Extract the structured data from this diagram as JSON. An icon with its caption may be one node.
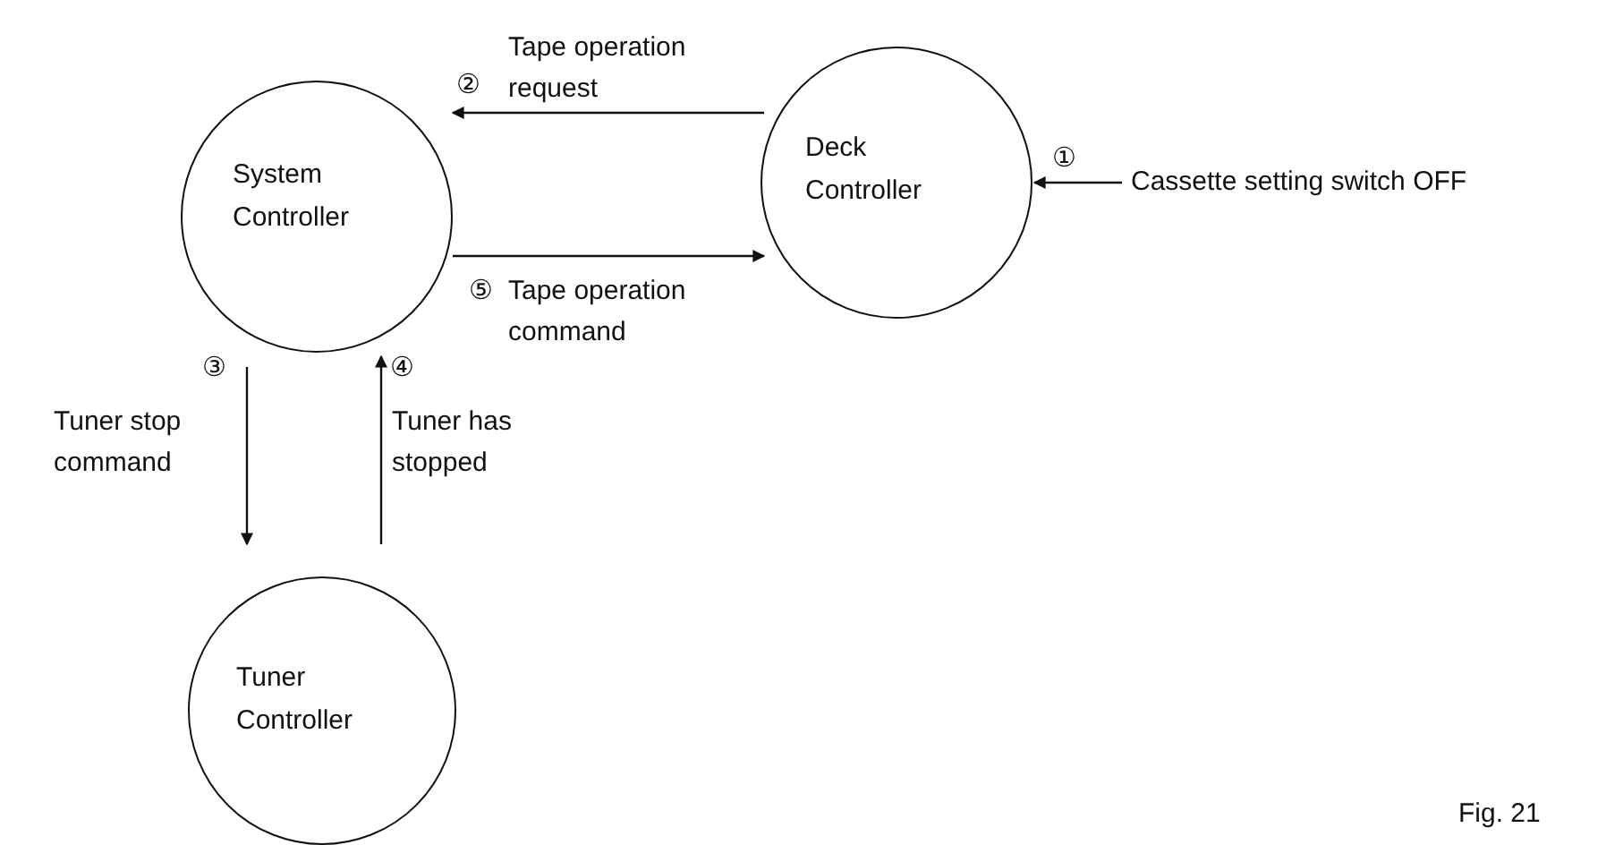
{
  "diagram": {
    "nodes": [
      {
        "text": [
          "System Controller"
        ]
      },
      {
        "text": [
          "Deck Controller"
        ]
      },
      {
        "text": [
          "Tuner Controller"
        ]
      },
      {
        "text": [
          "Cassette setting switch OFF"
        ]
      }
    ],
    "edges": [
      {
        "from": 3,
        "to": 1,
        "arrow": "to"
      },
      {
        "from": 1,
        "to": 0,
        "arrow": "to",
        "label": "Tape operation request"
      },
      {
        "from": 0,
        "to": 1,
        "arrow": "to",
        "label": "Tape operation command"
      },
      {
        "from": 0,
        "to": 2,
        "arrow": "to",
        "label": "Tuner stop command"
      },
      {
        "from": 2,
        "to": 0,
        "arrow": "to",
        "label": "Tuner has stopped"
      }
    ],
    "labels": [
      "②",
      "①",
      "⑤",
      "③",
      "④",
      "Fig. 21"
    ]
  }
}
